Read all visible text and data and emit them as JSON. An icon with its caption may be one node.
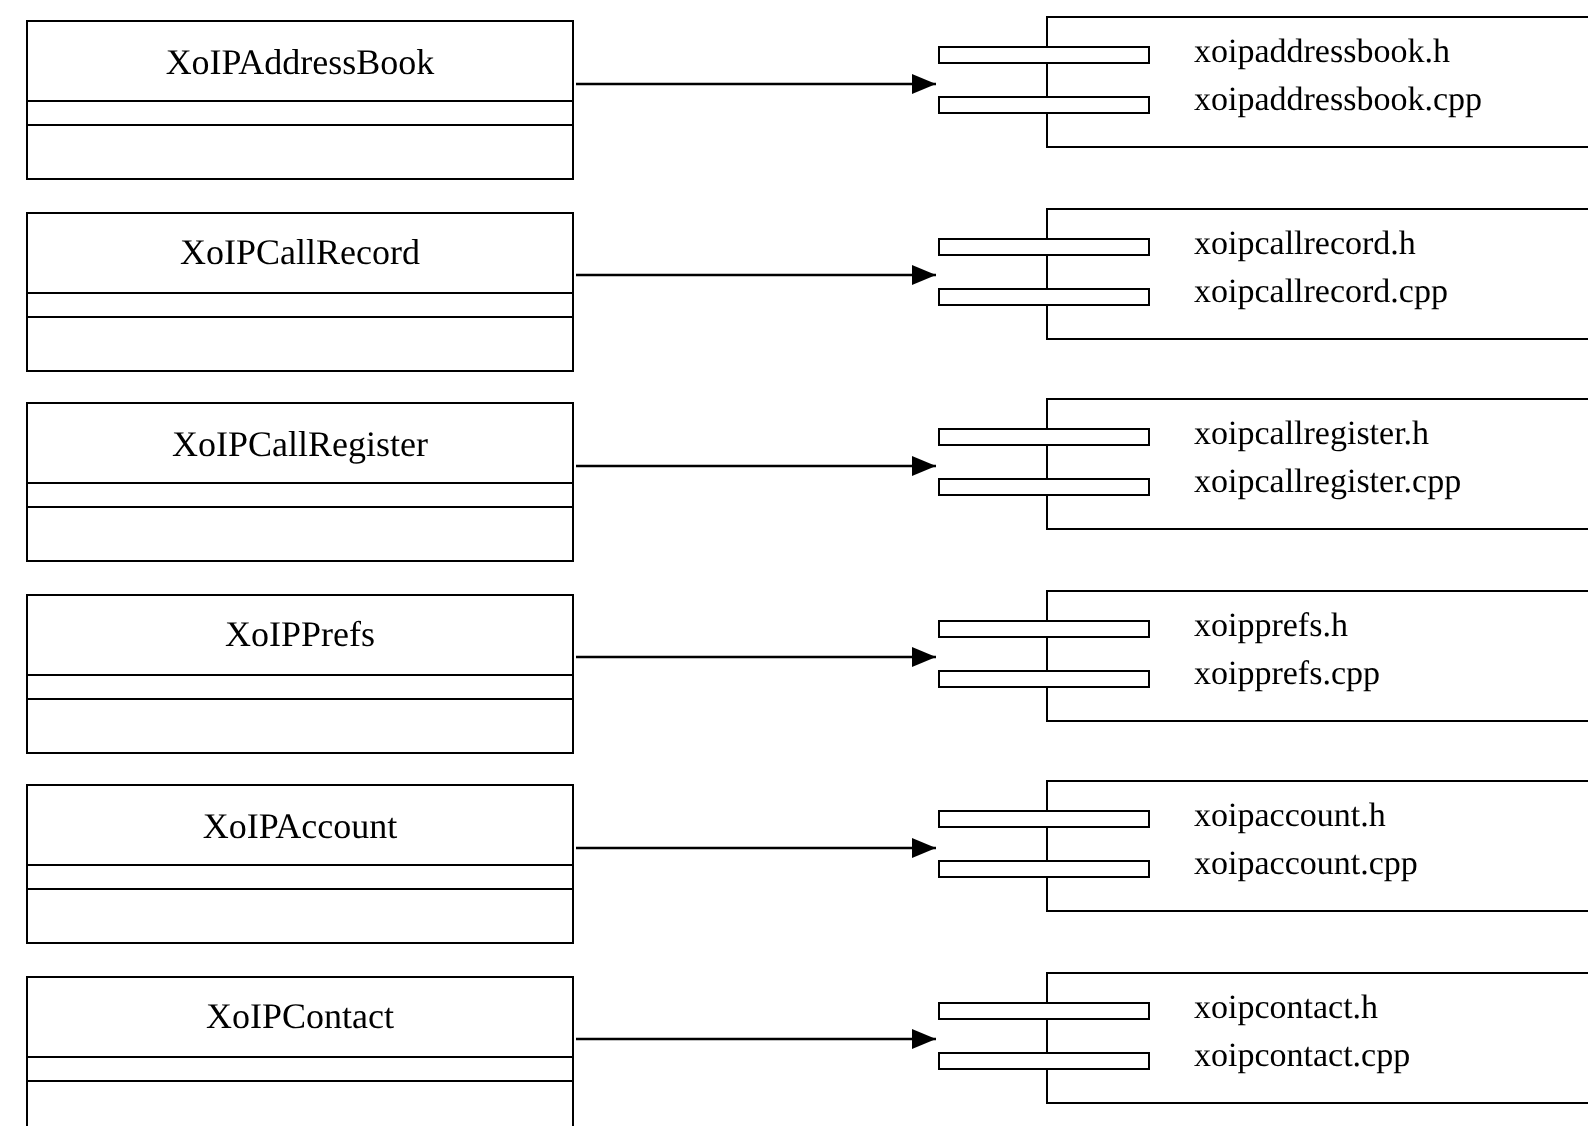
{
  "diagram": {
    "nodes": [
      {
        "text": [
          "XoIPAddressBook"
        ]
      },
      {
        "text": [
          "xoipaddressbook.h",
          "xoipaddressbook.cpp"
        ]
      },
      {
        "text": [
          "XoIPCallRecord"
        ]
      },
      {
        "text": [
          "xoipcallrecord.h",
          "xoipcallrecord.cpp"
        ]
      },
      {
        "text": [
          "XoIPCallRegister"
        ]
      },
      {
        "text": [
          "xoipcallregister.h",
          "xoipcallregister.cpp"
        ]
      },
      {
        "text": [
          "XoIPPrefs"
        ]
      },
      {
        "text": [
          "xoipprefs.h",
          "xoipprefs.cpp"
        ]
      },
      {
        "text": [
          "XoIPAccount"
        ]
      },
      {
        "text": [
          "xoipaccount.h",
          "xoipaccount.cpp"
        ]
      },
      {
        "text": [
          "XoIPContact"
        ]
      },
      {
        "text": [
          "xoipcontact.h",
          "xoipcontact.cpp"
        ]
      }
    ],
    "edges": [
      {
        "from": 0,
        "to": 1,
        "arrow": "to"
      },
      {
        "from": 2,
        "to": 3,
        "arrow": "to"
      },
      {
        "from": 4,
        "to": 5,
        "arrow": "to"
      },
      {
        "from": 6,
        "to": 7,
        "arrow": "to"
      },
      {
        "from": 8,
        "to": 9,
        "arrow": "to"
      },
      {
        "from": 10,
        "to": 11,
        "arrow": "to"
      }
    ]
  }
}
